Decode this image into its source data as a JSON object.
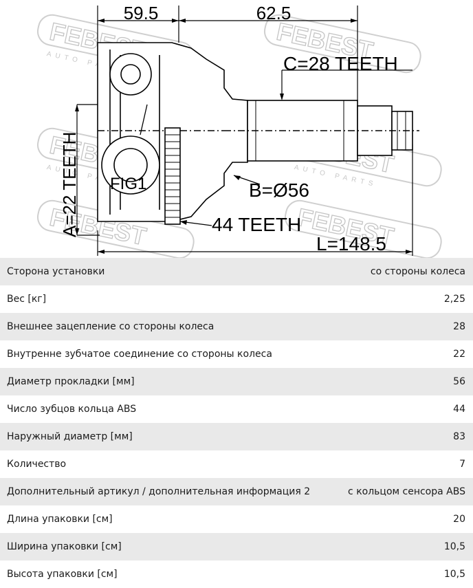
{
  "diagram": {
    "dim_top_left": "59.5",
    "dim_top_right": "62.5",
    "spline_c": "C=28 TEETH",
    "spline_a": "A=22 TEETH",
    "fig_label": "FIG1",
    "seal_b": "B=Ø56",
    "abs_teeth": "44 TEETH",
    "length": "L=148.5",
    "watermark": "FEBEST",
    "watermark_sub": "AUTO PARTS"
  },
  "specs": [
    {
      "key": "Сторона установки",
      "value": "со стороны колеса"
    },
    {
      "key": "Вес [кг]",
      "value": "2,25"
    },
    {
      "key": "Внешнее зацепление со стороны колеса",
      "value": "28"
    },
    {
      "key": "Внутренне зубчатое соединение со стороны колеса",
      "value": "22"
    },
    {
      "key": "Диаметр прокладки [мм]",
      "value": "56"
    },
    {
      "key": "Число зубцов кольца ABS",
      "value": "44"
    },
    {
      "key": "Наружный диаметр [мм]",
      "value": "83"
    },
    {
      "key": "Количество",
      "value": "7"
    },
    {
      "key": "Дополнительный артикул / дополнительная информация 2",
      "value": "с кольцом сенсора ABS"
    },
    {
      "key": "Длина упаковки [см]",
      "value": "20"
    },
    {
      "key": "Ширина упаковки [см]",
      "value": "10,5"
    },
    {
      "key": "Высота упаковки [см]",
      "value": "10,5"
    }
  ]
}
